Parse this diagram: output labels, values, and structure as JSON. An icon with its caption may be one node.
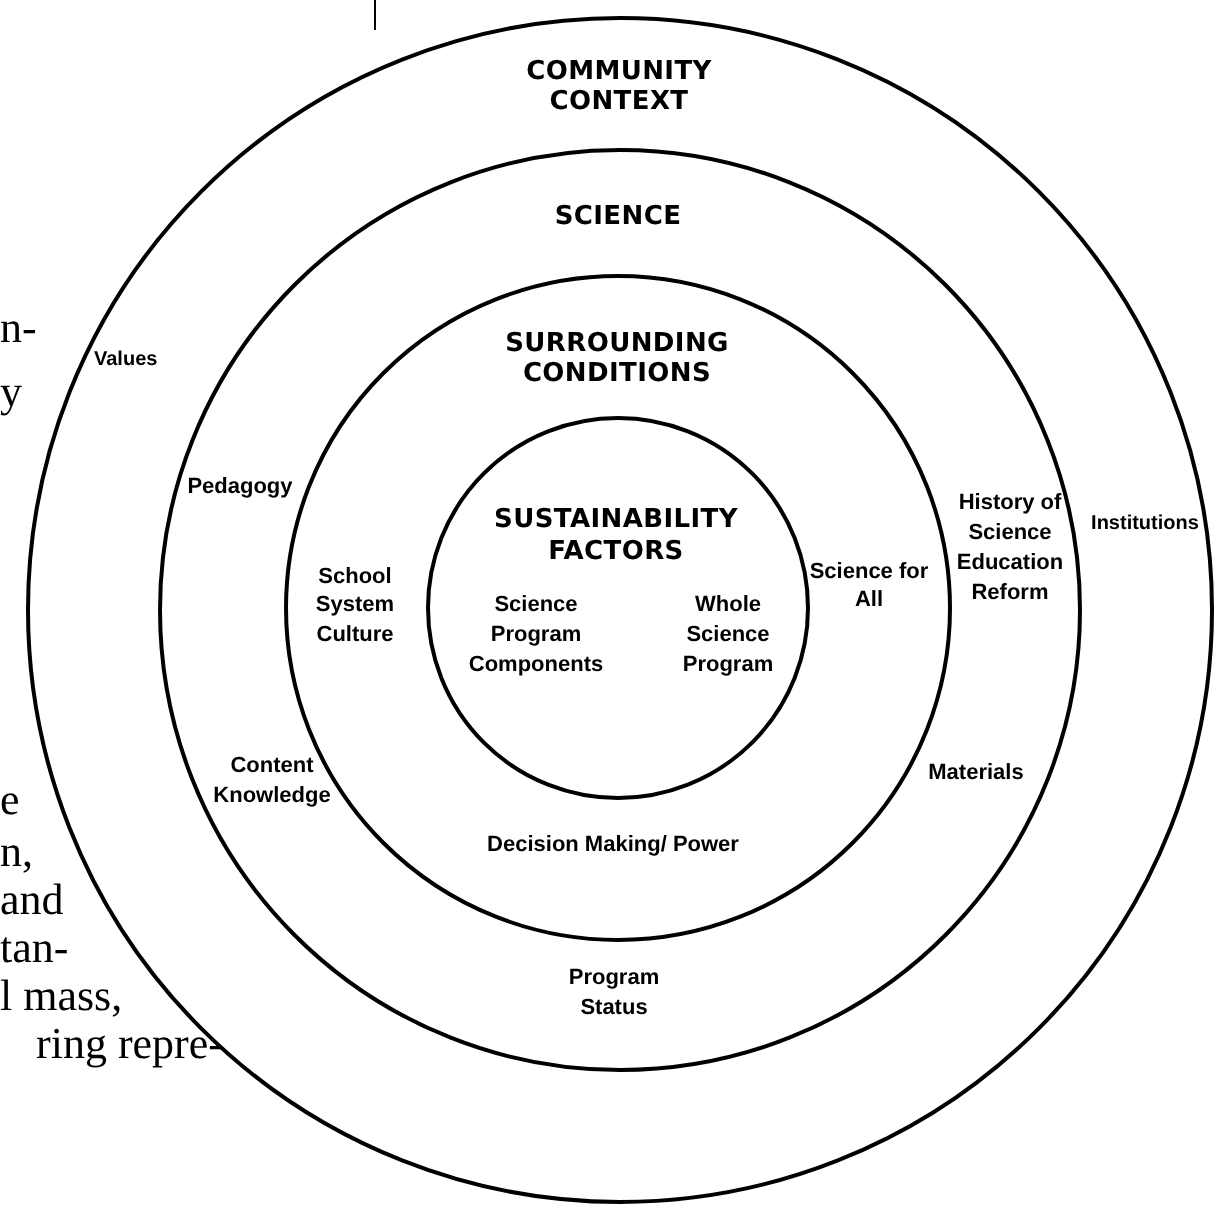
{
  "diagram": {
    "nodes": [
      {
        "text": [
          "COMMUNITY CONTEXT",
          "Values",
          "Institutions"
        ]
      },
      {
        "text": [
          "SCIENCE",
          "Pedagogy",
          "History of Science Education Reform",
          "Content Knowledge",
          "Materials",
          "Program Status"
        ],
        "in": 0
      },
      {
        "text": [
          "SURROUNDING CONDITIONS",
          "School System Culture",
          "Science for All",
          "Decision Making/ Power"
        ],
        "in": 1
      },
      {
        "text": [
          "SUSTAINABILITY FACTORS",
          "Science Program Components",
          "Whole Science Program"
        ],
        "in": 2
      }
    ],
    "labels": [
      "n-",
      "y",
      "e",
      "n,",
      "and",
      "tan-",
      "l mass,",
      "ring repre-"
    ]
  }
}
